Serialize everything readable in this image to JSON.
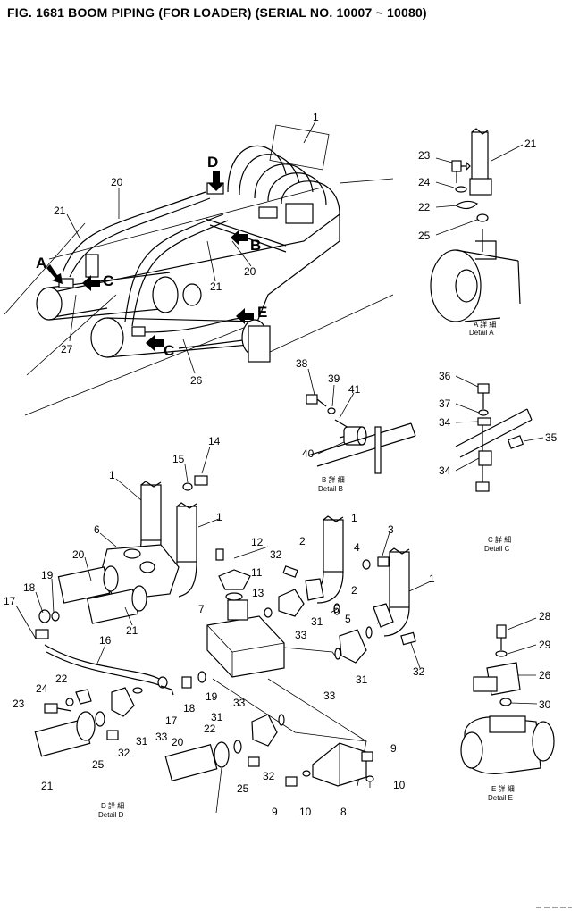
{
  "title": "FIG. 1681   BOOM PIPING (FOR LOADER) (SERIAL NO. 10007 ~ 10080)",
  "view_letters": {
    "a": "A",
    "b": "B",
    "c1": "C",
    "c2": "C",
    "d": "D",
    "e": "E"
  },
  "details": {
    "a": {
      "cjk": "A 詳 細",
      "label": "Detail A"
    },
    "b": {
      "cjk": "B 詳 細",
      "label": "Detail B"
    },
    "c": {
      "cjk": "C 詳 細",
      "label": "Detail C"
    },
    "d": {
      "cjk": "D 詳 細",
      "label": "Detail D"
    },
    "e": {
      "cjk": "E 詳 細",
      "label": "Detail E"
    }
  },
  "callouts": {
    "main_1": "1",
    "main_20a": "20",
    "main_21a": "21",
    "main_27": "27",
    "main_26": "26",
    "main_21b": "21",
    "main_20b": "20",
    "a_23": "23",
    "a_21": "21",
    "a_24": "24",
    "a_22": "22",
    "a_25": "25",
    "b_38": "38",
    "b_39": "39",
    "b_41": "41",
    "b_40": "40",
    "c_36": "36",
    "c_37": "37",
    "c_34a": "34",
    "c_35": "35",
    "c_34b": "34",
    "d_1a": "1",
    "d_15": "15",
    "d_14": "14",
    "d_1b": "1",
    "d_6": "6",
    "d_20a": "20",
    "d_19a": "19",
    "d_17a": "17",
    "d_18a": "18",
    "d_21a": "21",
    "d_16": "16",
    "d_22": "22",
    "d_24": "24",
    "d_23": "23",
    "d_21b": "21",
    "d_25a": "25",
    "d_32a": "32",
    "d_31a": "31",
    "d_33a": "33",
    "d_17b": "17",
    "d_18b": "18",
    "d_19b": "19",
    "m_12": "12",
    "m_32a": "32",
    "m_2a": "2",
    "m_1c": "1",
    "m_4": "4",
    "m_3": "3",
    "m_1d": "1",
    "m_11": "11",
    "m_13": "13",
    "m_7": "7",
    "m_31b": "31",
    "m_5a": "5",
    "m_2b": "2",
    "m_33b": "33",
    "m_5b": "5",
    "m_32b": "32",
    "m_31c": "31",
    "m_33c": "33",
    "m_33d": "33",
    "m_31d": "31",
    "m_20": "20",
    "m_22": "22",
    "m_25": "25",
    "m_32c": "32",
    "m_9a": "9",
    "m_9b": "9",
    "m_10a": "10",
    "m_10b": "10",
    "m_8": "8",
    "e_28": "28",
    "e_29": "29",
    "e_26": "26",
    "e_30": "30"
  }
}
